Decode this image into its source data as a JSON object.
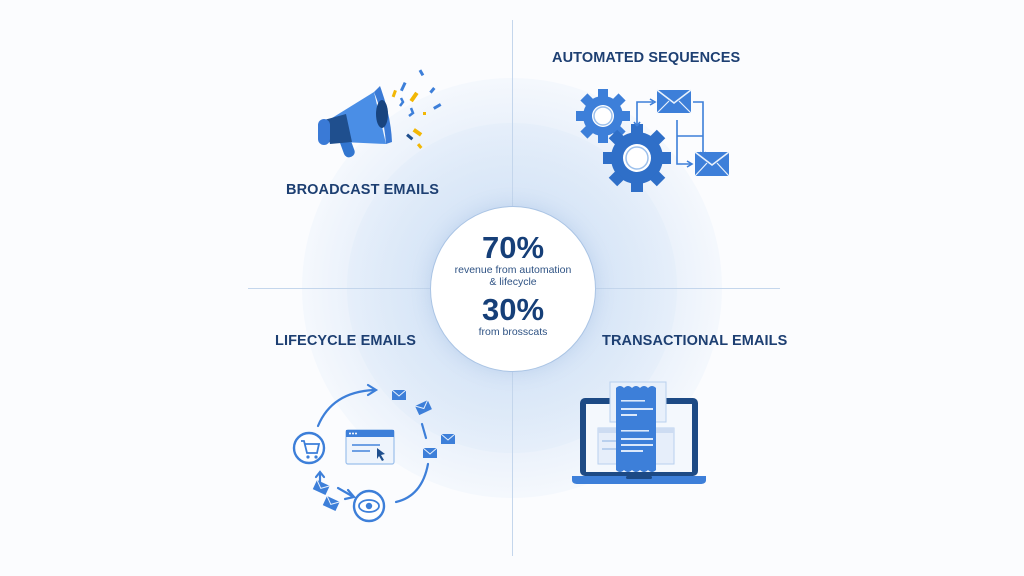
{
  "center": {
    "stat_primary": "70%",
    "stat_primary_caption_line1": "revenue from automation",
    "stat_primary_caption_line2": "& lifecycle",
    "stat_secondary": "30%",
    "stat_secondary_caption": "from brosscats"
  },
  "quadrants": [
    {
      "title": "BROADCAST EMAILS",
      "icon": "megaphone-icon"
    },
    {
      "title": "AUTOMATED SEQUENCES",
      "icon": "gears-email-flow-icon"
    },
    {
      "title": "LIFECYCLE EMAILS",
      "icon": "lifecycle-loop-icon"
    },
    {
      "title": "TRANSACTIONAL EMAILS",
      "icon": "laptop-receipt-icon"
    }
  ],
  "colors": {
    "title_navy": "#1d3f72",
    "accent_blue": "#3d7fd9",
    "dark_blue": "#1e4f8f",
    "confetti_yellow": "#f2b705",
    "divider": "#c4d6ec"
  }
}
